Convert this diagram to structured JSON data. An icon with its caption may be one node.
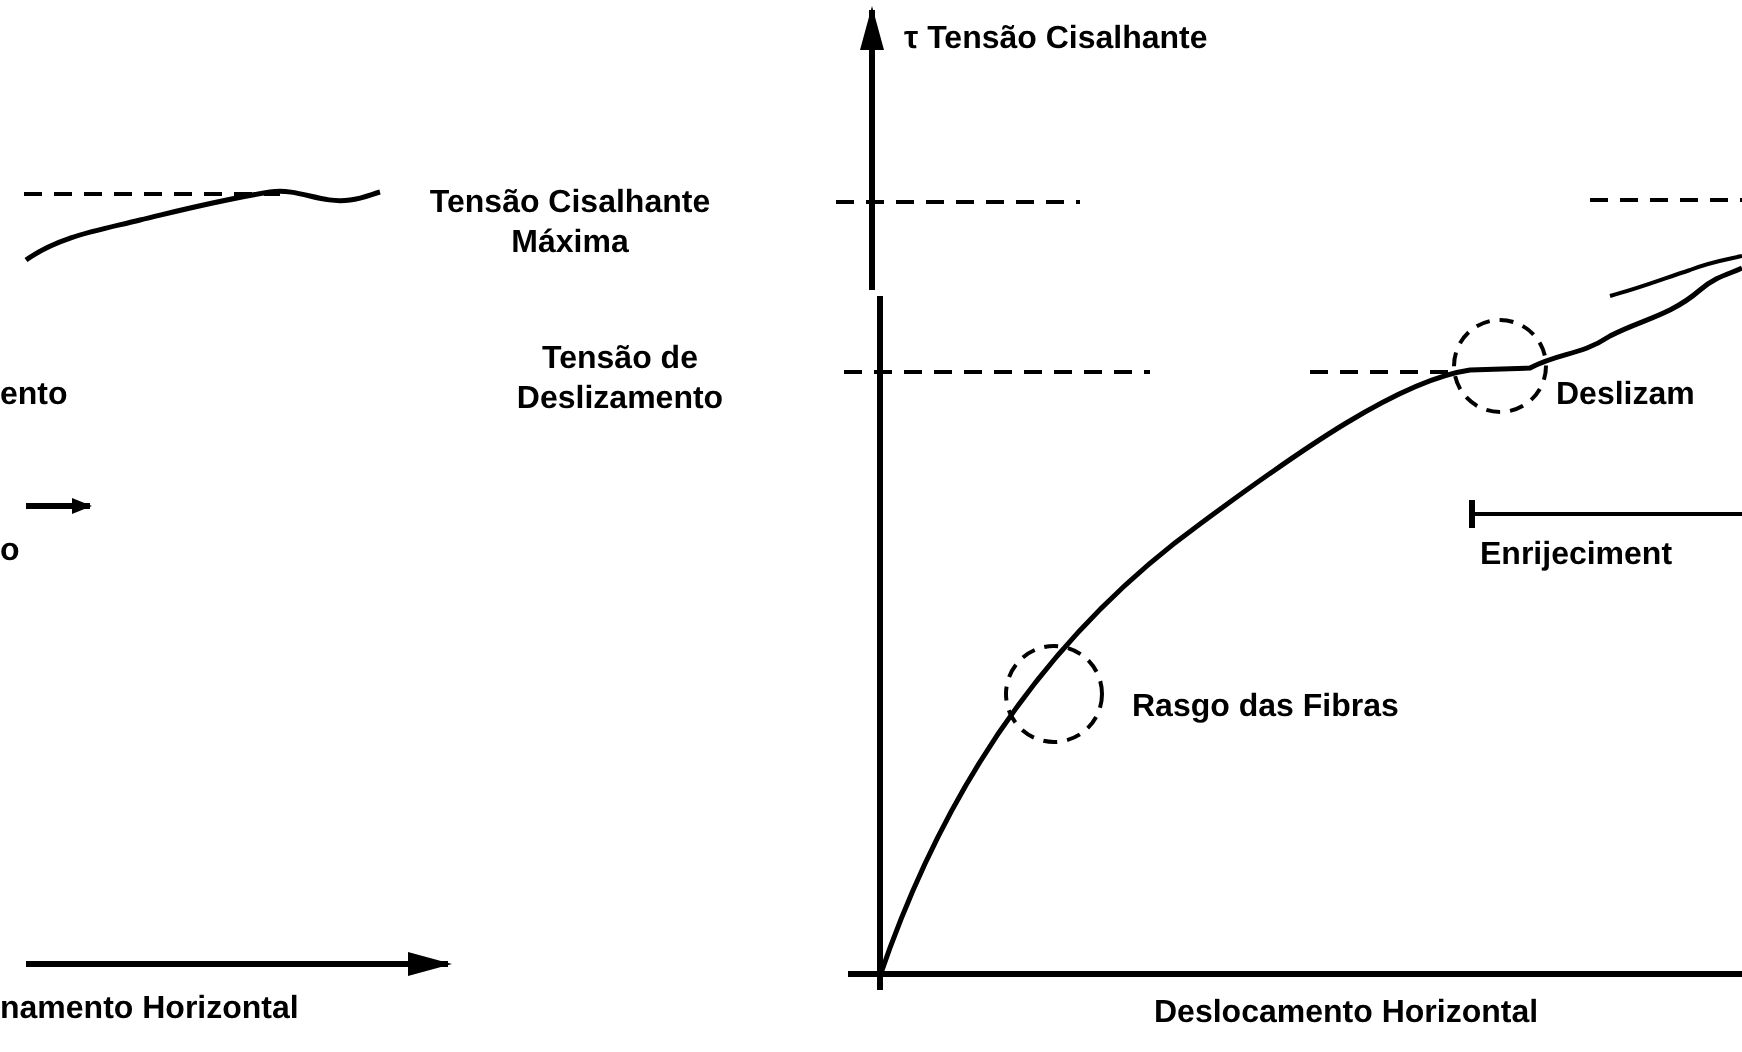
{
  "diagram": {
    "labels": [
      "τ Tensão Cisalhante",
      "Tensão Cisalhante Máxima",
      "Tensão de Deslizamento",
      "ento",
      "o",
      "Deslizam",
      "Enrijeciment",
      "Rasgo das Fibras",
      "namento Horizontal",
      "Deslocamento Horizontal"
    ]
  }
}
